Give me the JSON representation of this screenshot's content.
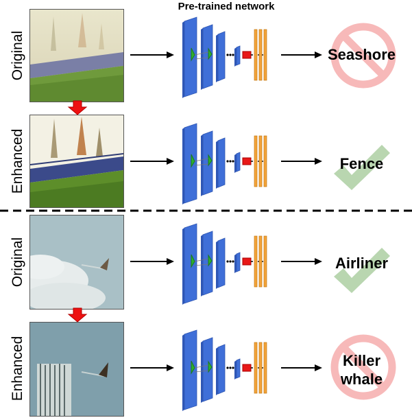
{
  "header": {
    "network_title": "Pre-trained network"
  },
  "rows": [
    {
      "label": "Original",
      "prediction": "Seashore",
      "verdict": "wrong"
    },
    {
      "label": "Enhanced",
      "prediction": "Fence",
      "verdict": "correct"
    },
    {
      "label": "Original",
      "prediction": "Airliner",
      "verdict": "correct"
    },
    {
      "label": "Enhanced",
      "prediction": "Killer whale",
      "prediction_lines": [
        "Killer",
        "whale"
      ],
      "verdict": "wrong"
    }
  ],
  "colors": {
    "layer_blue": "#3f6fd8",
    "layer_orange": "#f2a33a",
    "wrong_red": "#f7b9b9",
    "correct_green": "#b9d6b0",
    "down_arrow": "#ee1111"
  },
  "icons": [
    "no-sign-icon",
    "checkmark-icon",
    "down-arrow-icon",
    "right-arrow-icon"
  ]
}
